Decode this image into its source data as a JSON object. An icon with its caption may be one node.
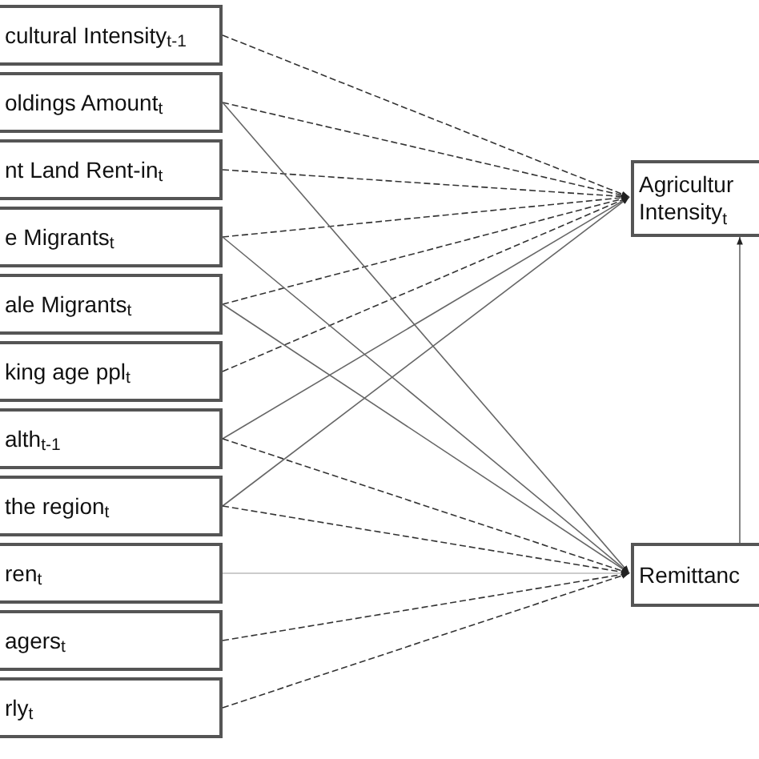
{
  "diagram": {
    "nodes": [
      {
        "text": [
          "cultural Intensity$_{t-1}$"
        ]
      },
      {
        "text": [
          "oldings Amount$_{t}$"
        ]
      },
      {
        "text": [
          "nt Land Rent-in$_{t}$"
        ]
      },
      {
        "text": [
          "e Migrants$_{t}$"
        ]
      },
      {
        "text": [
          "ale Migrants$_{t}$"
        ]
      },
      {
        "text": [
          "king age ppl$_{t}$"
        ]
      },
      {
        "text": [
          "alth$_{t-1}$"
        ]
      },
      {
        "text": [
          "the region$_{t}$"
        ]
      },
      {
        "text": [
          "ren$_{t}$"
        ]
      },
      {
        "text": [
          "agers$_{t}$"
        ]
      },
      {
        "text": [
          "rly$_{t}$"
        ]
      },
      {
        "text": [
          "Agricultur Intensity$_{t}$"
        ]
      },
      {
        "text": [
          "Remittanc"
        ]
      }
    ],
    "edges": [
      {
        "from": 0,
        "to": 11,
        "arrow": "to",
        "style": "dashed"
      },
      {
        "from": 1,
        "to": 11,
        "arrow": "to",
        "style": "dashed"
      },
      {
        "from": 2,
        "to": 11,
        "arrow": "to",
        "style": "dashed"
      },
      {
        "from": 3,
        "to": 11,
        "arrow": "to",
        "style": "dashed"
      },
      {
        "from": 4,
        "to": 11,
        "arrow": "to",
        "style": "dashed"
      },
      {
        "from": 5,
        "to": 11,
        "arrow": "to",
        "style": "dashed"
      },
      {
        "from": 6,
        "to": 11,
        "arrow": "to"
      },
      {
        "from": 7,
        "to": 11,
        "arrow": "to"
      },
      {
        "from": 1,
        "to": 12,
        "arrow": "to"
      },
      {
        "from": 3,
        "to": 12,
        "arrow": "to"
      },
      {
        "from": 4,
        "to": 12,
        "arrow": "to"
      },
      {
        "from": 6,
        "to": 12,
        "arrow": "to",
        "style": "dashed"
      },
      {
        "from": 7,
        "to": 12,
        "arrow": "to",
        "style": "dashed"
      },
      {
        "from": 8,
        "to": 12,
        "arrow": "to",
        "color": "#bbbbbb"
      },
      {
        "from": 9,
        "to": 12,
        "arrow": "to",
        "style": "dashed"
      },
      {
        "from": 10,
        "to": 12,
        "arrow": "to",
        "style": "dashed"
      },
      {
        "from": 12,
        "to": 11,
        "arrow": "to"
      }
    ]
  }
}
